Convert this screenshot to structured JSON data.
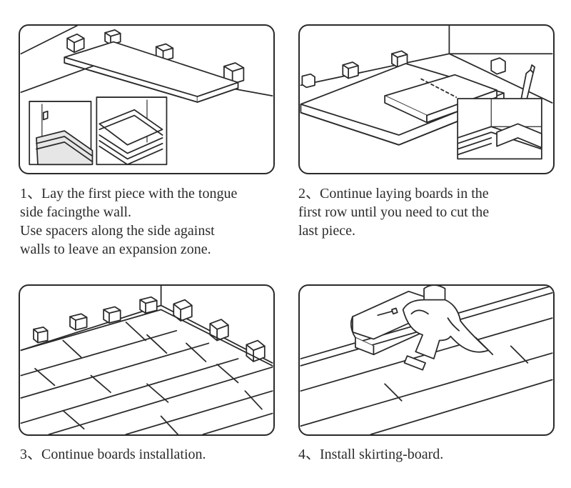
{
  "steps": [
    {
      "lines": [
        "1、Lay the first piece with the tongue",
        "side facingthe wall.",
        "Use spacers along the side against",
        "walls to leave an expansion zone."
      ]
    },
    {
      "lines": [
        "2、Continue laying boards in the",
        "first row until  you need to cut the",
        "last piece."
      ]
    },
    {
      "lines": [
        "3、Continue boards installation."
      ]
    },
    {
      "lines": [
        "4、Install skirting-board."
      ]
    }
  ]
}
